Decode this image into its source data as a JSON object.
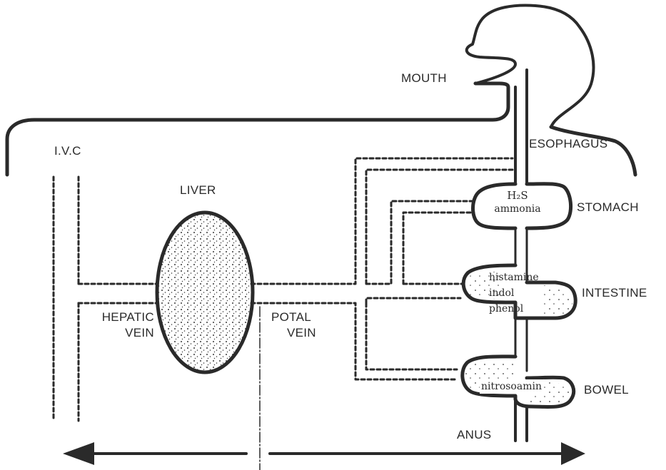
{
  "labels": {
    "mouth": "MOUTH",
    "esophagus": "ESOPHAGUS",
    "stomach": "STOMACH",
    "intestine": "INTESTINE",
    "bowel": "BOWEL",
    "anus": "ANUS",
    "ivc": "I.V.C",
    "liver": "LIVER",
    "hepatic_vein": [
      "HEPATIC",
      "VEIN"
    ],
    "portal_vein": [
      "POTAL",
      "VEIN"
    ]
  },
  "substances": {
    "stomach": [
      "H₂S",
      "ammonia"
    ],
    "intestine": [
      "histamine",
      "indol",
      "phenol"
    ],
    "bowel": [
      "nitrosoamin"
    ]
  },
  "colors": {
    "line": "#2a2a2a",
    "dots": "#3a3a3a",
    "background": "#ffffff"
  }
}
